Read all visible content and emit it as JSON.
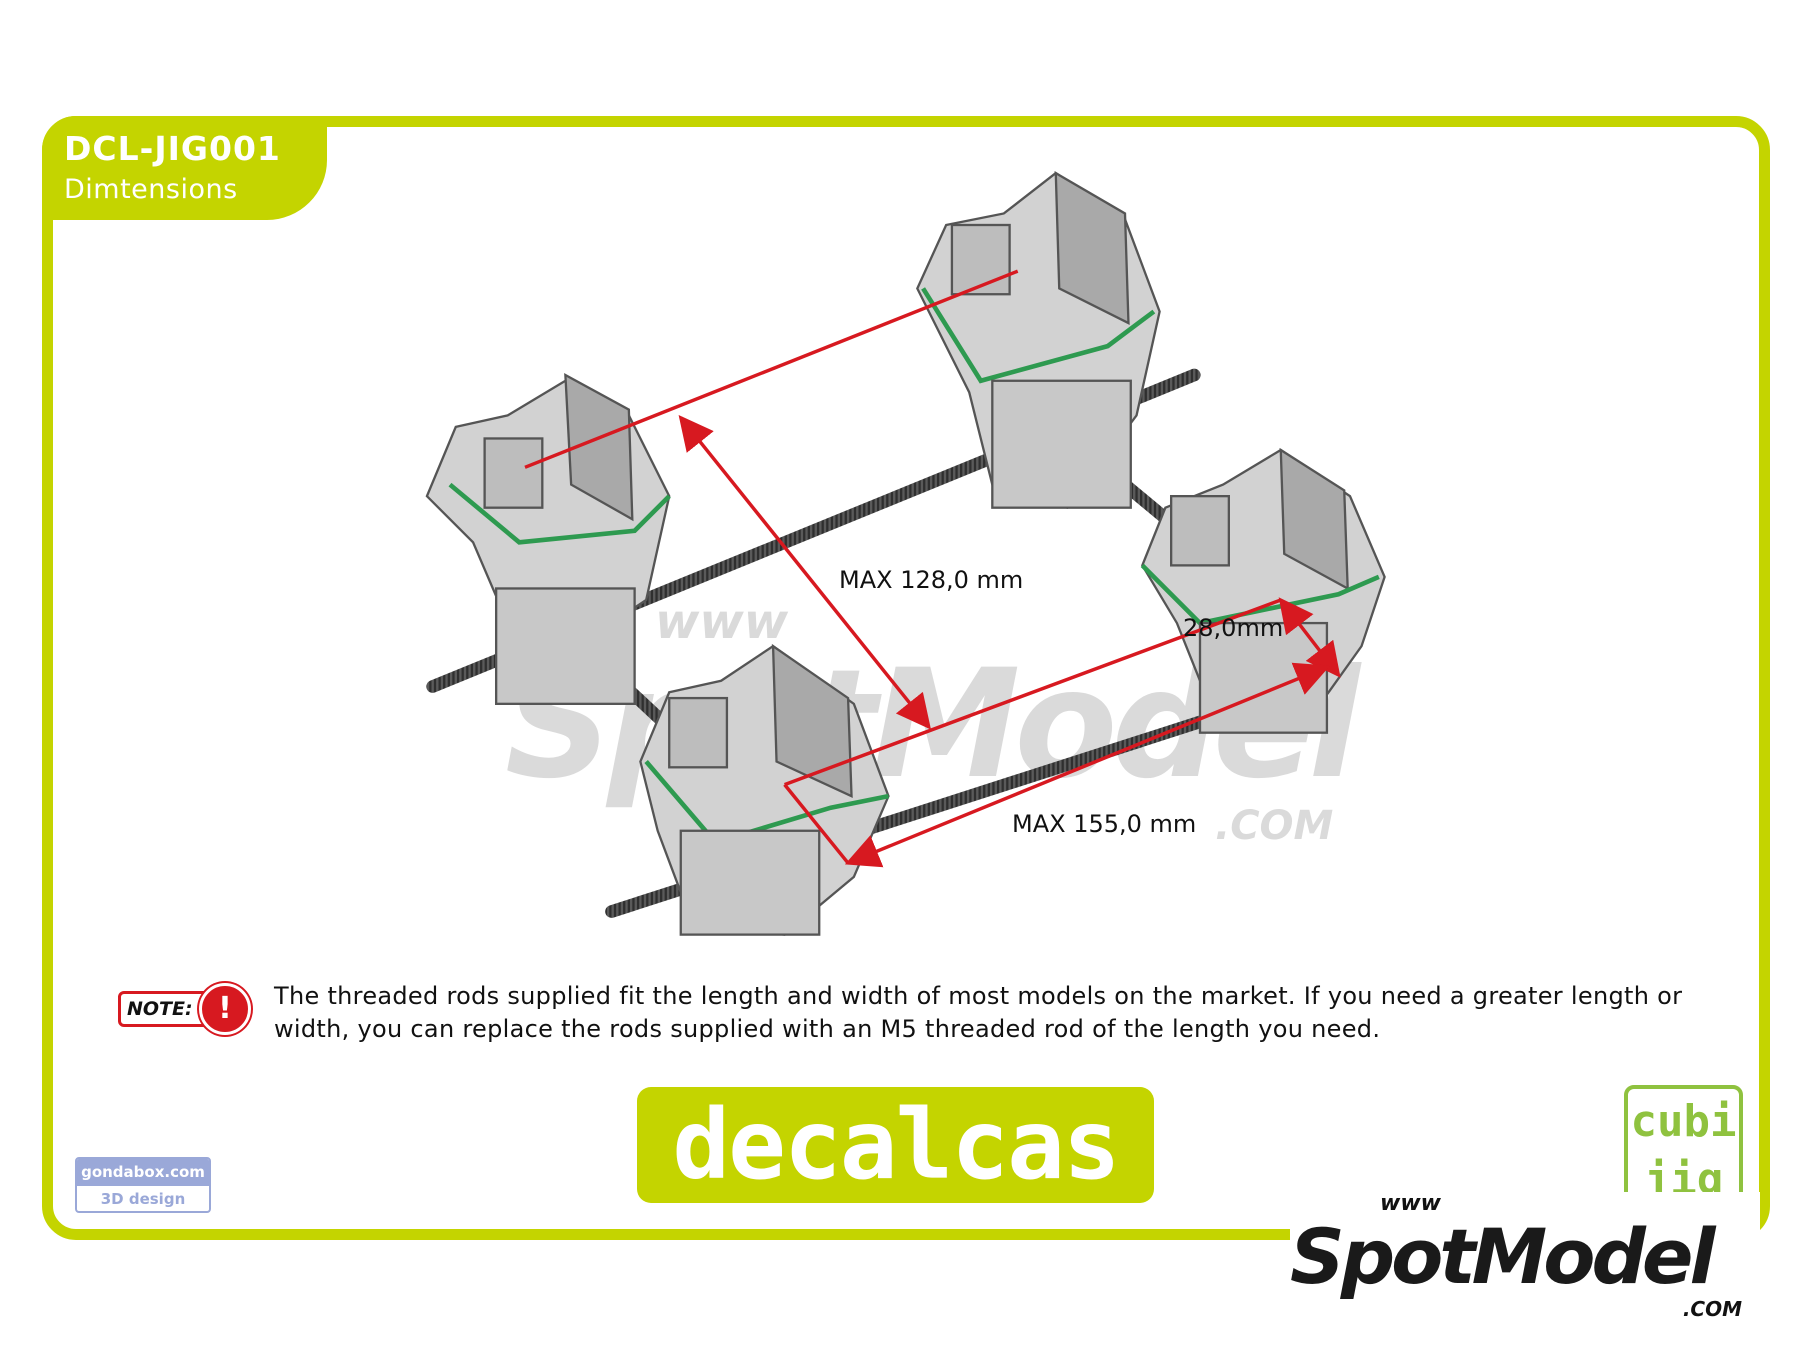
{
  "header": {
    "code": "DCL-JIG001",
    "subtitle": "Dimtensions"
  },
  "dimensions": {
    "width_label": "MAX 128,0 mm",
    "height_label": "28,0mm",
    "length_label": "MAX 155,0 mm"
  },
  "note": {
    "badge_label": "NOTE:",
    "icon": "warning-icon",
    "text": "The threaded rods supplied fit the length and width of most models on the market. If you need a greater length or width, you can replace the rods supplied with an M5 threaded rod of the length you need."
  },
  "logos": {
    "brand": "decalcas",
    "designer_site": "gondabox.com",
    "designer_label": "3D design",
    "product_line": "cubi jig",
    "watermark": {
      "www": "www",
      "name": "SpotModel",
      "com": ".COM"
    }
  },
  "colors": {
    "accent": "#c4d400",
    "dimension_lines": "#d71920",
    "rods": "#4a4a4a",
    "parts": "#cfcfcf",
    "green_bands": "#2e9a50"
  }
}
